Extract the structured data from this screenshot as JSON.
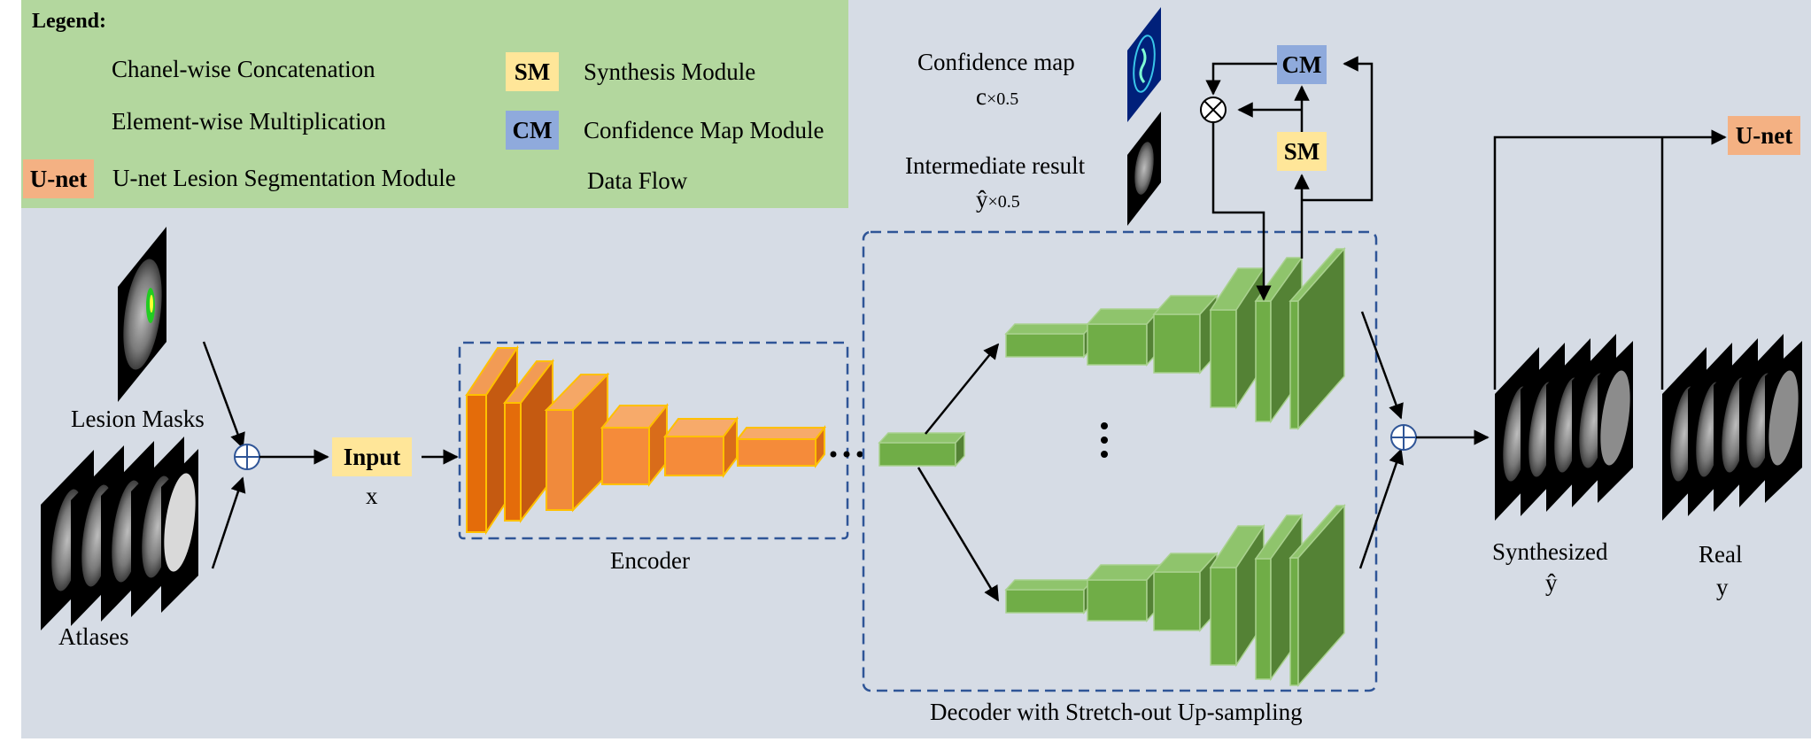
{
  "legend": {
    "title": "Legend:",
    "concat_label": "Chanel-wise Concatenation",
    "mult_label": "Element-wise Multiplication",
    "unet_chip": "U-net",
    "unet_label": "U-net Lesion Segmentation Module",
    "sm_chip": "SM",
    "sm_label": "Synthesis Module",
    "cm_chip": "CM",
    "cm_label": "Confidence Map Module",
    "flow_label": "Data Flow"
  },
  "inputs": {
    "lesion_masks": "Lesion Masks",
    "atlases": "Atlases",
    "input_chip": "Input",
    "input_var": "x"
  },
  "encoder": {
    "label": "Encoder"
  },
  "decoder": {
    "label": "Decoder with Stretch-out Up-sampling"
  },
  "confidence": {
    "label": "Confidence map",
    "var_base": "c",
    "var_sub": "×0.5",
    "cm_chip": "CM",
    "sm_chip": "SM"
  },
  "intermediate": {
    "label": "Intermediate result",
    "var_base": "ŷ",
    "var_sub": "×0.5"
  },
  "outputs": {
    "synth_label": "Synthesized",
    "synth_var": "ŷ",
    "real_label": "Real",
    "real_var": "y",
    "unet_chip": "U-net"
  },
  "colors": {
    "legend_bg": "#b3d79e",
    "panel_bg": "#d6dce5",
    "encoder_fill": "#e46c0a",
    "decoder_fill": "#70ad47",
    "sm_chip": "#ffe699",
    "cm_chip": "#8faadc",
    "unet_chip": "#f4b183",
    "dashed_border": "#2f5597"
  }
}
